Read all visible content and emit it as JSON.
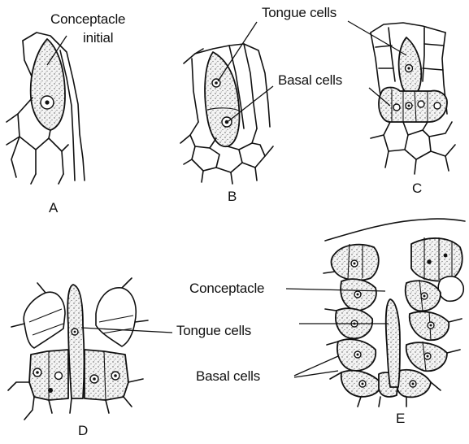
{
  "figure": {
    "labels": {
      "conceptacle_initial_line1": "Conceptacle",
      "conceptacle_initial_line2": "initial",
      "tongue_cells_top": "Tongue cells",
      "basal_cells_top": "Basal cells",
      "conceptacle_e": "Conceptacle",
      "tongue_cells_bottom": "Tongue cells",
      "basal_cells_bottom": "Basal cells"
    },
    "panels": {
      "a": "A",
      "b": "B",
      "c": "C",
      "d": "D",
      "e": "E"
    }
  }
}
